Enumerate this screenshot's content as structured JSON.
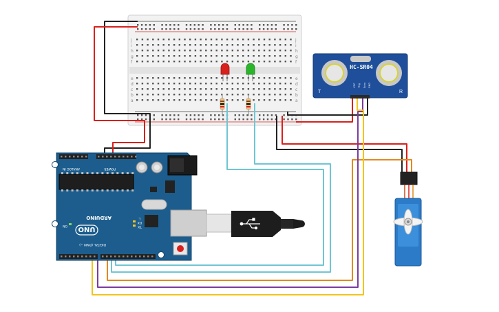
{
  "breadboard": {
    "row_letters_top": [
      "j",
      "i",
      "h",
      "g",
      "f"
    ],
    "row_letters_bottom": [
      "e",
      "d",
      "c",
      "b",
      "a"
    ]
  },
  "leds": [
    {
      "name": "red-led",
      "color": "#d8201c"
    },
    {
      "name": "green-led",
      "color": "#2bb52b"
    }
  ],
  "sensor": {
    "label": "HC-SR04",
    "left_mark": "T",
    "right_mark": "R",
    "pins": [
      "VCC",
      "Trig",
      "Echo",
      "GND"
    ],
    "color": "#1f4f9a"
  },
  "arduino": {
    "brand": "ARDUINO",
    "model": "UNO",
    "power_label": "POWER",
    "analog_label": "ANALOG IN",
    "digital_label": "DIGITAL (PWM ~)",
    "on_label": "ON",
    "tx_label": "TX",
    "rx_label": "RX",
    "l_label": "L",
    "board_color": "#1c5d8e"
  },
  "wires": {
    "red": "#d8201c",
    "black": "#222222",
    "cyan": "#6fc6d3",
    "orange": "#e08a1e",
    "purple": "#7b3ba0",
    "yellow": "#f2c41b"
  }
}
